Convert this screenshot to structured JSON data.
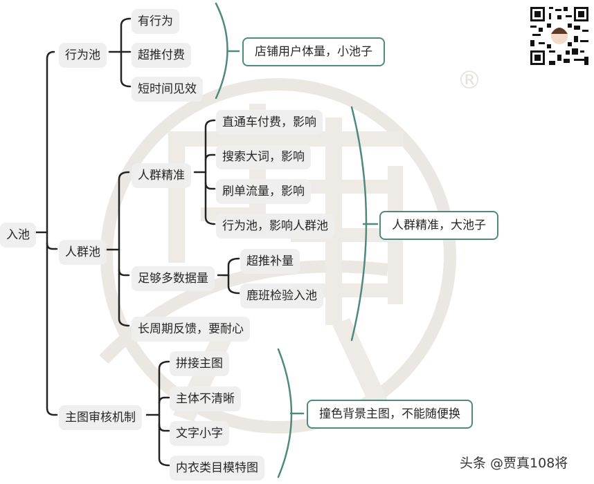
{
  "root": {
    "label": "入池"
  },
  "branches": [
    {
      "label": "行为池",
      "children": [
        {
          "label": "有行为"
        },
        {
          "label": "超推付费"
        },
        {
          "label": "短时间见效"
        }
      ],
      "summary": "店铺用户体量，小池子"
    },
    {
      "label": "人群池",
      "children": [
        {
          "label": "人群精准",
          "children": [
            {
              "label": "直通车付费，影响"
            },
            {
              "label": "搜索大词，影响"
            },
            {
              "label": "刷单流量，影响"
            },
            {
              "label": "行为池，影响人群池"
            }
          ]
        },
        {
          "label": "足够多数据量",
          "children": [
            {
              "label": "超推补量"
            },
            {
              "label": "鹿班检验入池"
            }
          ]
        },
        {
          "label": "长周期反馈，要耐心"
        }
      ],
      "summary": "人群精准，大池子"
    },
    {
      "label": "主图审核机制",
      "children": [
        {
          "label": "拼接主图"
        },
        {
          "label": "主体不清晰"
        },
        {
          "label": "文字小字"
        },
        {
          "label": "内衣类目模特图"
        }
      ],
      "summary": "撞色背景主图，不能随便换"
    }
  ],
  "watermark": {
    "glyph": "贾",
    "registered": "®"
  },
  "credit": "头条 @贾真108将",
  "colors": {
    "line": "#222222",
    "bracket": "#4e8a7c",
    "node_bg": "#eeeeee",
    "watermark": "#e9e6e1"
  }
}
